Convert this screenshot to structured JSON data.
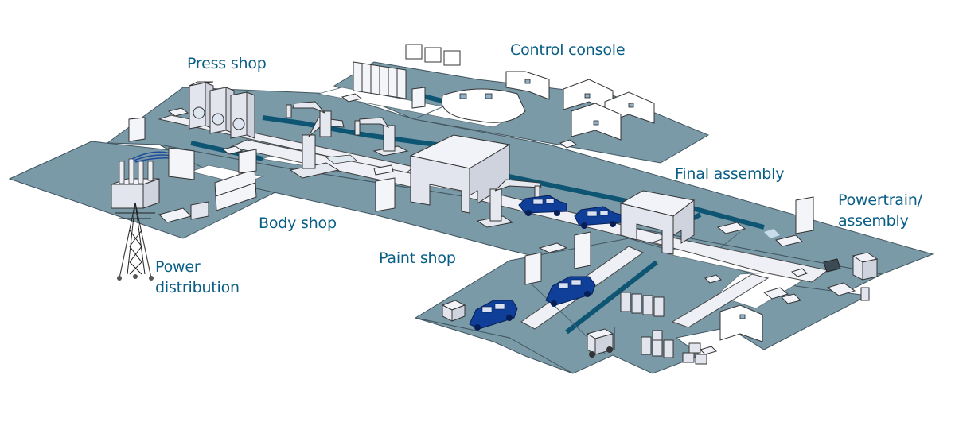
{
  "diagram": {
    "title": "Automotive factory overview",
    "colors": {
      "label_text": "#0a5e86",
      "floor": "#7b9aa8",
      "conveyor_rail": "#0e5573",
      "vehicle": "#0f3f99",
      "equipment": "#eef0f6"
    },
    "areas": [
      {
        "id": "press-shop",
        "label": "Press shop"
      },
      {
        "id": "control-console",
        "label": "Control console"
      },
      {
        "id": "body-shop",
        "label": "Body shop"
      },
      {
        "id": "final-assembly",
        "label": "Final assembly"
      },
      {
        "id": "powertrain-assembly",
        "label": "Powertrain/\nassembly"
      },
      {
        "id": "paint-shop",
        "label": "Paint shop"
      },
      {
        "id": "power-distribution",
        "label": "Power\ndistribution"
      }
    ],
    "objects": [
      {
        "type": "press-machine",
        "count": 3,
        "area": "press-shop"
      },
      {
        "type": "welding-robot",
        "count": 3,
        "area": "body-shop"
      },
      {
        "type": "paint-booth",
        "count": 1,
        "area": "paint-shop"
      },
      {
        "type": "assembly-gantry",
        "count": 1,
        "area": "final-assembly"
      },
      {
        "type": "car-body",
        "count": 4,
        "area": "assembly-line"
      },
      {
        "type": "control-desk",
        "count": 1,
        "area": "control-console"
      },
      {
        "type": "office-cubicle",
        "count": 4,
        "area": "control-console"
      },
      {
        "type": "transmission-tower",
        "count": 1,
        "area": "power-distribution"
      },
      {
        "type": "transformer",
        "count": 1,
        "area": "power-distribution"
      },
      {
        "type": "forklift",
        "count": 1,
        "area": "logistics"
      }
    ]
  }
}
